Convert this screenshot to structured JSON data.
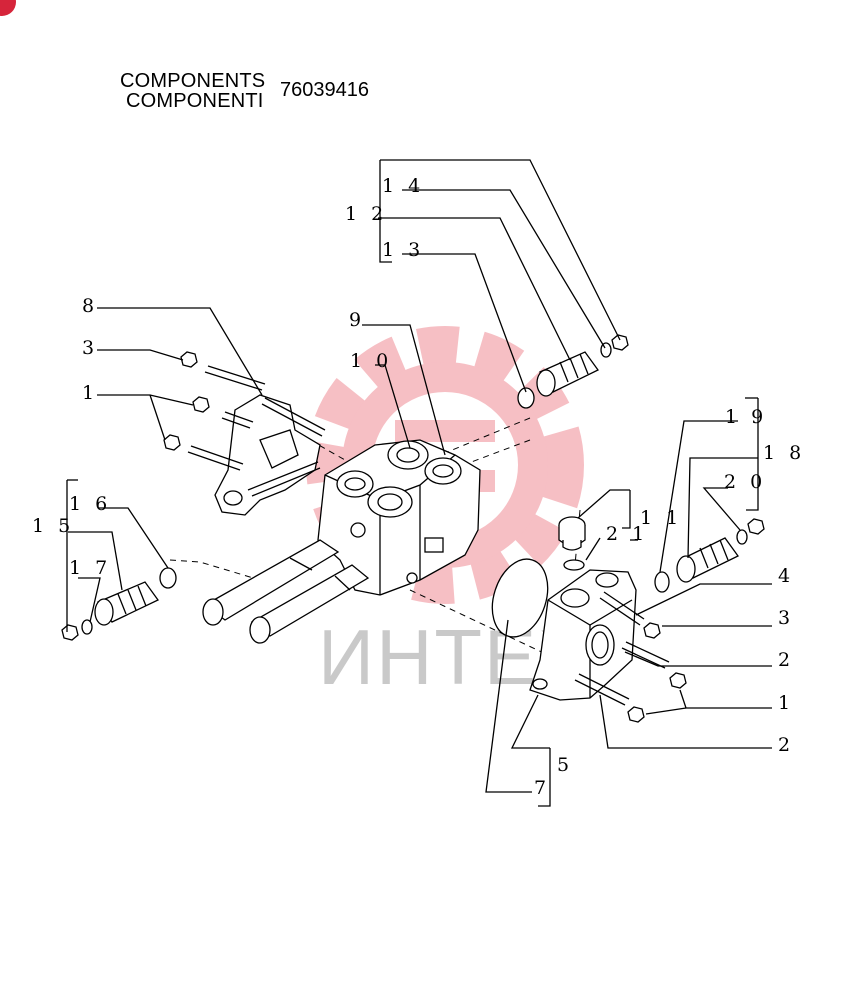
{
  "header": {
    "title_en": "COMPONENTS",
    "title_it": "COMPONENTI",
    "part_number": "76039416"
  },
  "watermark": {
    "text": "ИНТЕХ",
    "color": "#e53a4a"
  },
  "callouts": {
    "c1_left": "1",
    "c3_left": "3",
    "c8": "8",
    "c9": "9",
    "c10": "1 0",
    "c12": "1 2",
    "c13": "1 3",
    "c14": "1 4",
    "c15": "1 5",
    "c16": "1 6",
    "c17": "1 7",
    "c18": "1 8",
    "c19": "1 9",
    "c20": "2 0",
    "c11": "1 1",
    "c21": "2 1",
    "c4": "4",
    "c3_right": "3",
    "c2_upper": "2",
    "c1_right": "1",
    "c2_lower": "2",
    "c5": "5",
    "c7": "7"
  }
}
